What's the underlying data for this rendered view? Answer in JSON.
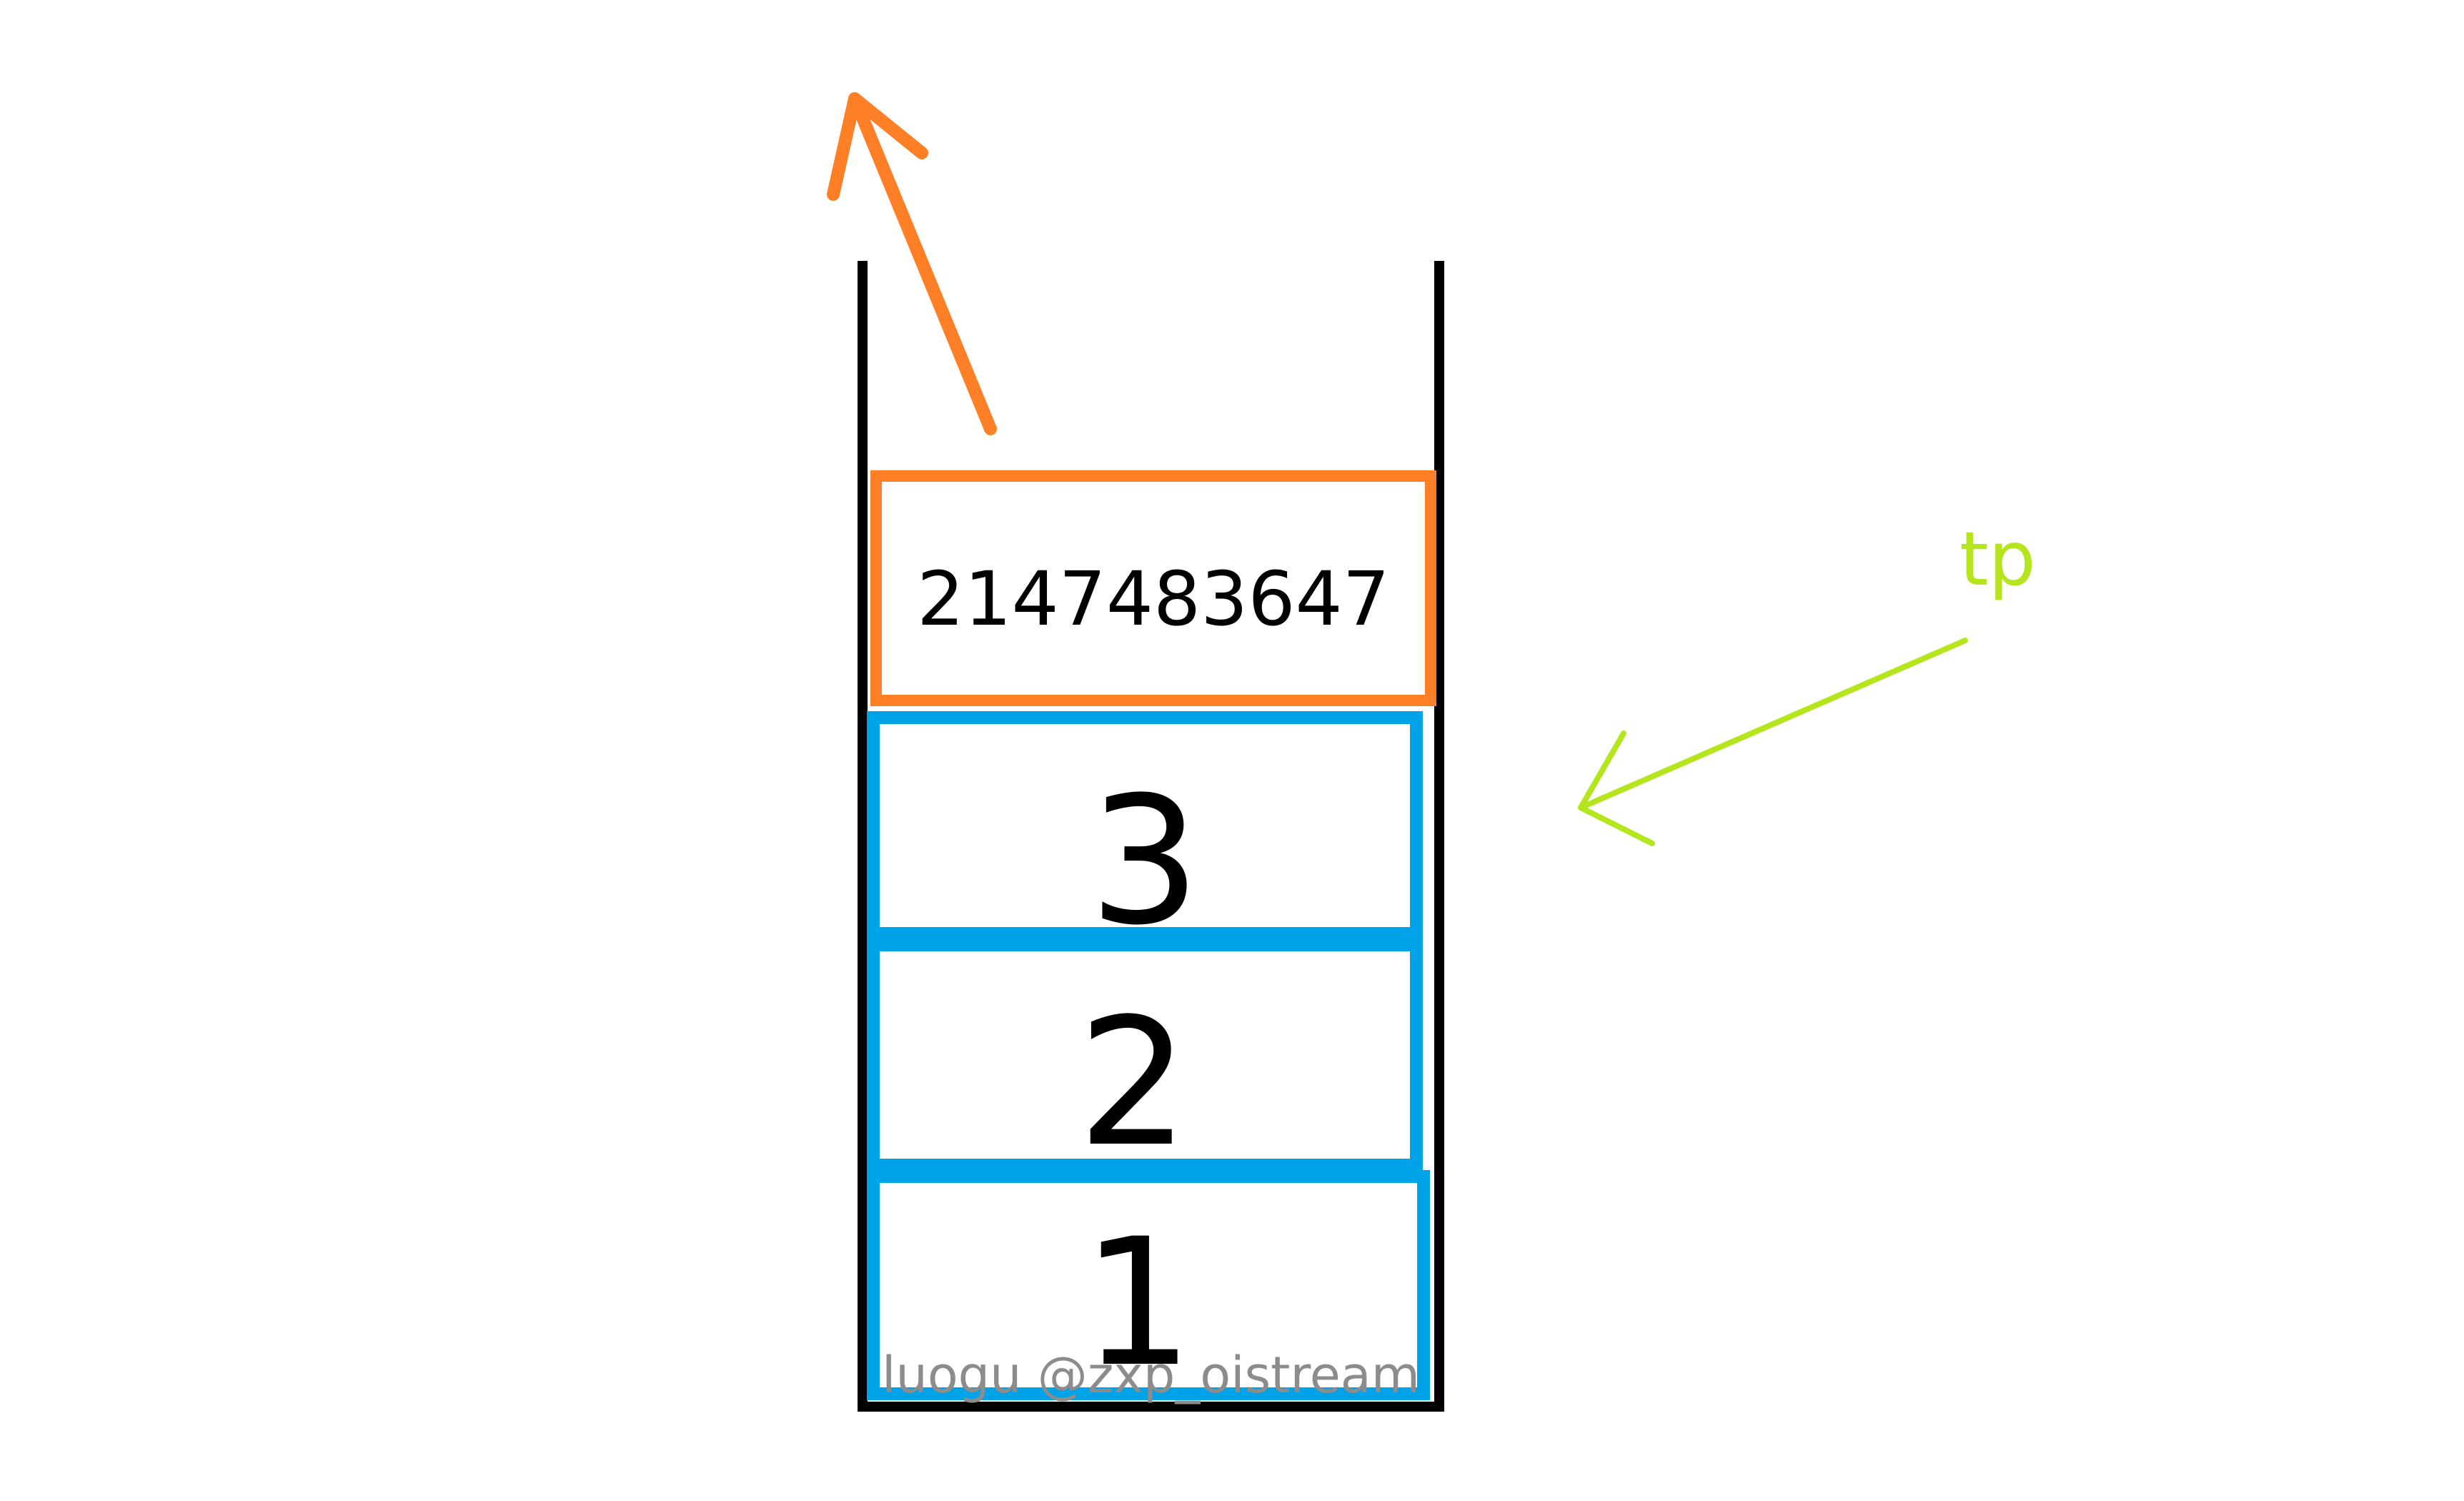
{
  "stack": {
    "top_value": "2147483647",
    "cells": [
      "3",
      "2",
      "1"
    ]
  },
  "pointer": {
    "label": "tp"
  },
  "watermark": {
    "text": "luogu @zxp_oistream"
  },
  "colors": {
    "container": "#000000",
    "top_cell_border": "#ff7f27",
    "cell_border": "#00a2e8",
    "pop_arrow": "#ff7f27",
    "pointer": "#b5e61d",
    "watermark": "#8c8c8c"
  },
  "icons": {
    "pop_arrow": "arrow-up-left-icon",
    "pointer_arrow": "arrow-left-icon"
  }
}
